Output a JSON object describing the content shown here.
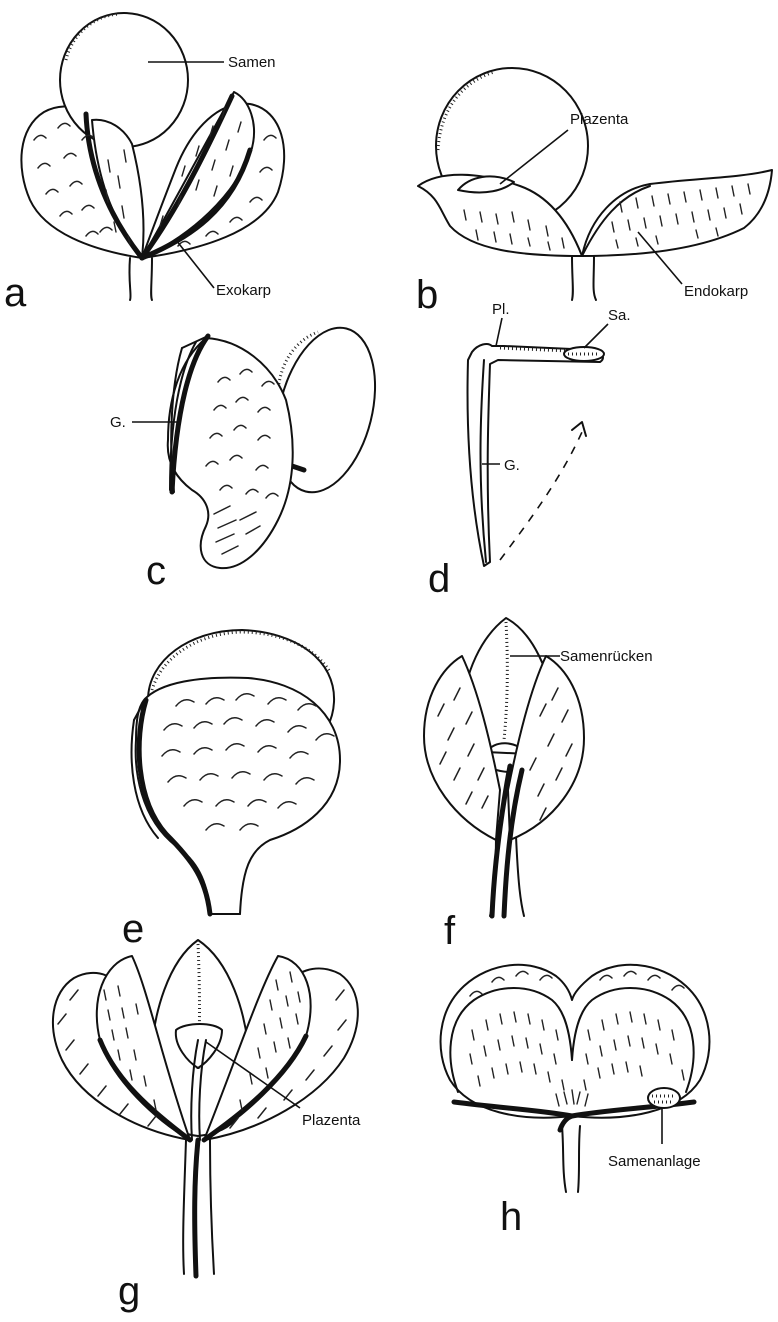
{
  "panels": {
    "a": {
      "letter": "a",
      "labels": {
        "seed": "Samen",
        "exocarp": "Exokarp"
      }
    },
    "b": {
      "letter": "b",
      "labels": {
        "placenta": "Plazenta",
        "endocarp": "Endokarp"
      }
    },
    "c": {
      "letter": "c",
      "labels": {
        "g": "G."
      }
    },
    "d": {
      "letter": "d",
      "labels": {
        "pl": "Pl.",
        "sa": "Sa.",
        "g": "G."
      }
    },
    "e": {
      "letter": "e",
      "labels": {}
    },
    "f": {
      "letter": "f",
      "labels": {
        "seed_back": "Samenrücken"
      }
    },
    "g": {
      "letter": "g",
      "labels": {
        "placenta": "Plazenta"
      }
    },
    "h": {
      "letter": "h",
      "labels": {
        "ovule": "Samenanlage"
      }
    }
  }
}
